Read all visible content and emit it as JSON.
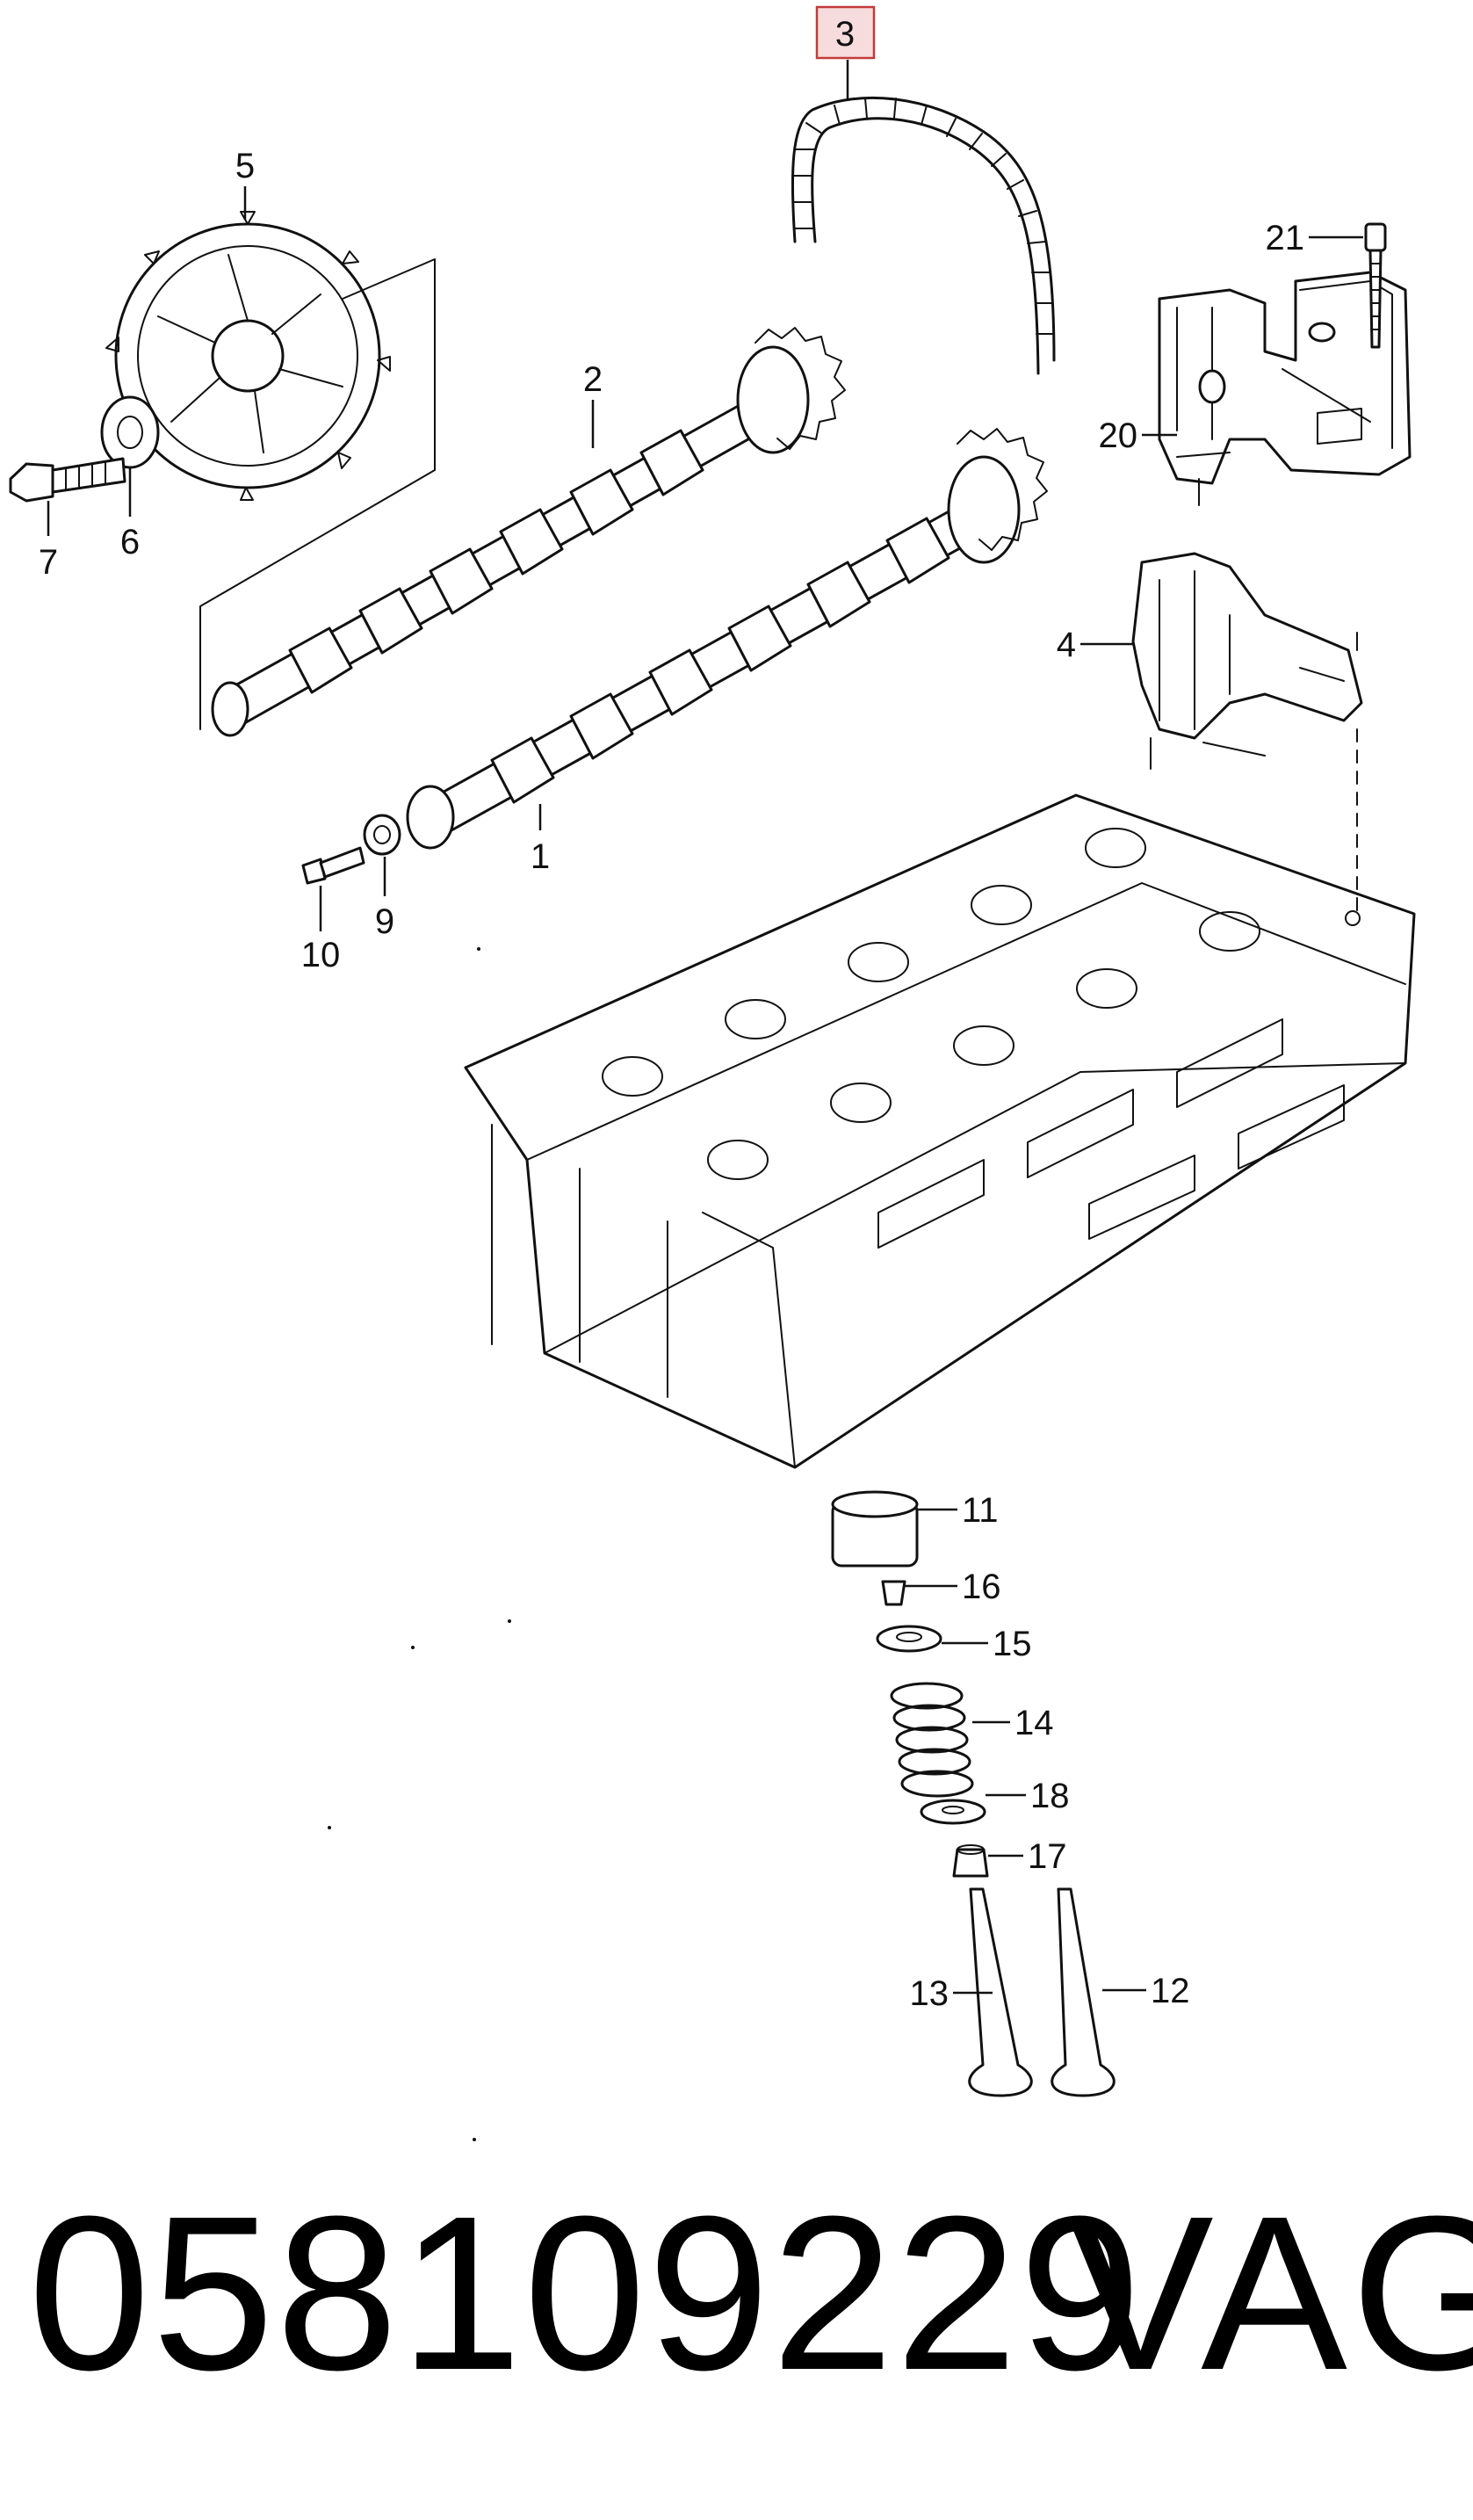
{
  "callouts": {
    "c1": "1",
    "c2": "2",
    "c3": "3",
    "c4": "4",
    "c5": "5",
    "c6": "6",
    "c7": "7",
    "c9": "9",
    "c10": "10",
    "c11": "11",
    "c12": "12",
    "c13": "13",
    "c14": "14",
    "c15": "15",
    "c16": "16",
    "c17": "17",
    "c18": "18",
    "c20": "20",
    "c21": "21"
  },
  "highlighted_callout": "3",
  "footer": {
    "part_number": "058109229",
    "brand": "VAG"
  }
}
